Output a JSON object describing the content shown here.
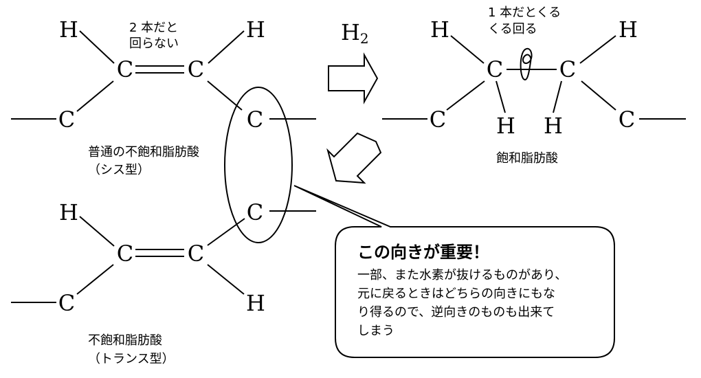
{
  "atoms": {
    "H": "H",
    "C": "C",
    "h2_base": "H",
    "h2_sub": "2"
  },
  "labels": {
    "two_bond_line1": "2 本だと",
    "two_bond_line2": "回らない",
    "one_bond_line1": "1 本だとくる",
    "one_bond_line2": "くる回る",
    "cis_line1": "普通の不飽和脂肪酸",
    "cis_line2": "（シス型）",
    "saturated": "飽和脂肪酸",
    "trans_line1": "不飽和脂肪酸",
    "trans_line2": "（トランス型）"
  },
  "callout": {
    "title": "この向きが重要！",
    "line1": "一部、また水素が抜けるものがあり、",
    "line2": "元に戻るときはどちらの向きにもな",
    "line3": "り得るので、逆向きのものも出来て",
    "line4": "しまう"
  }
}
